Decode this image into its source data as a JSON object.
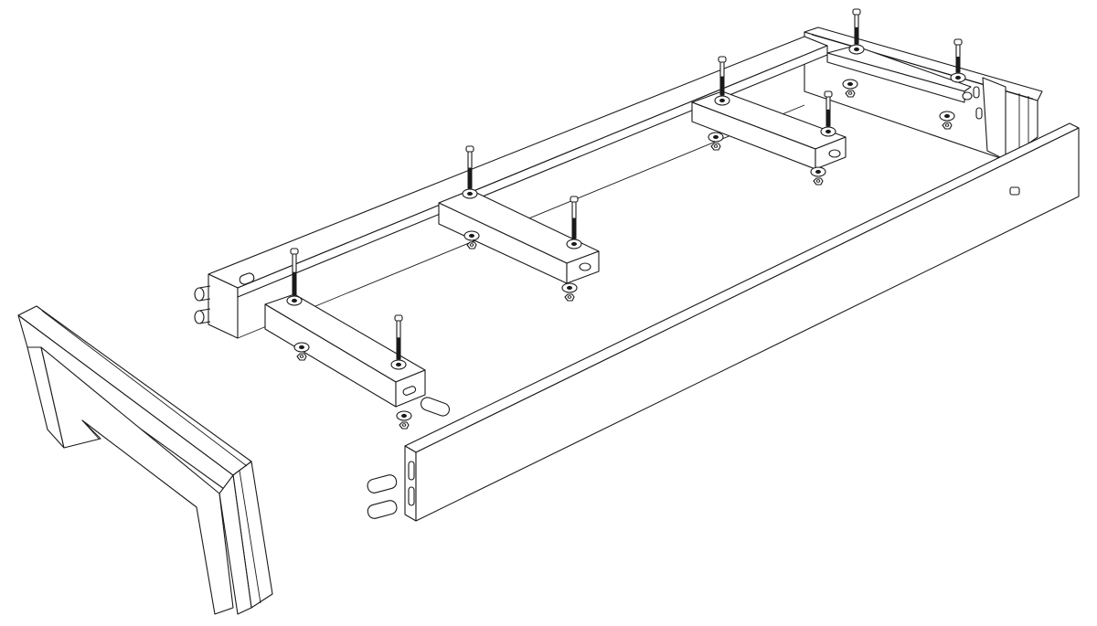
{
  "figure": {
    "background": "#ffffff",
    "line_color": "#1a1a1a",
    "parts": [
      "end-frame-panel",
      "left-side-rail",
      "right-side-rail",
      "cross-slat",
      "carriage-bolt",
      "washer",
      "hex-nut",
      "dowel-pin",
      "cam-slot"
    ]
  }
}
